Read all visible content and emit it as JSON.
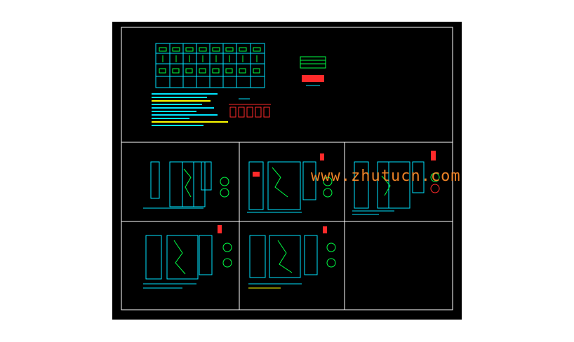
{
  "viewer": {
    "canvas_background": "#000000",
    "page_background": "#ffffff"
  },
  "drawing_sheet": {
    "frame_color": "#ffffff",
    "cabinet_outline_color": "#00e5ff",
    "wiring_color": "#00ff44",
    "highlight_color": "#ff2a2a",
    "note_color": "#ffff00",
    "panels": [
      {
        "name": "overview-single-line-diagram"
      },
      {
        "name": "cabinet-section-1"
      },
      {
        "name": "cabinet-section-2"
      },
      {
        "name": "cabinet-section-3"
      },
      {
        "name": "cabinet-section-4"
      },
      {
        "name": "cabinet-section-5"
      },
      {
        "name": "empty-cell"
      }
    ]
  },
  "watermark": {
    "text": "www.zhutucn.com",
    "color": "#ff8c2a"
  }
}
